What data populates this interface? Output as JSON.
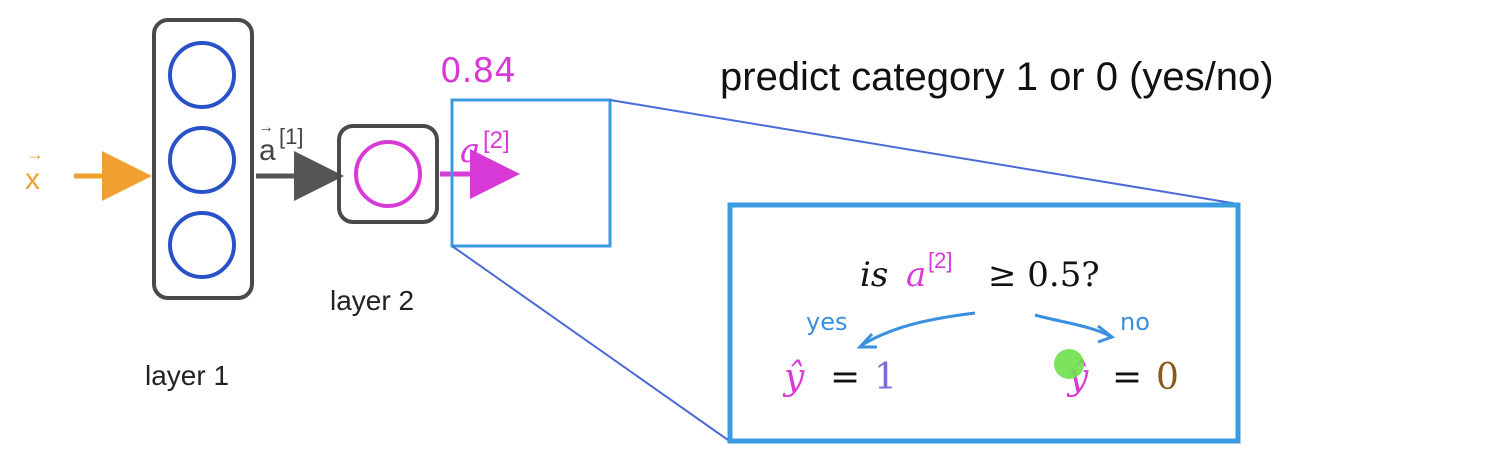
{
  "title_fragment": "",
  "input": {
    "label": "x",
    "vector_arrow": "→"
  },
  "layer1": {
    "label": "layer 1",
    "output_label": "a",
    "output_sup": "[1]"
  },
  "layer2": {
    "label": "layer 2",
    "output_label": "a",
    "output_sup": "[2]"
  },
  "output_value": "0.84",
  "task_text": "predict category 1 or 0 (yes/no)",
  "threshold": {
    "question_prefix": "is",
    "var": "a",
    "sup": "[2]",
    "question_suffix": "≥ 0.5?",
    "yes_label": "yes",
    "no_label": "no",
    "yes_result": {
      "lhs": "ŷ",
      "eq": "=",
      "value": "1"
    },
    "no_result": {
      "lhs": "ŷ",
      "eq": "=",
      "value": "0"
    }
  },
  "colors": {
    "input": "#f0a030",
    "neuron1": "#2a52c8",
    "neuron2": "#d83ad8",
    "box_border": "#3b9be0",
    "zoom_line": "#4a6ad8",
    "node_box": "#4a4a4a",
    "gray_arrow": "#555555",
    "annotation": "#3a8fdf",
    "one_color": "#7a6ad8",
    "zero_color": "#8a5a1a",
    "cursor": "#6ee04a"
  }
}
